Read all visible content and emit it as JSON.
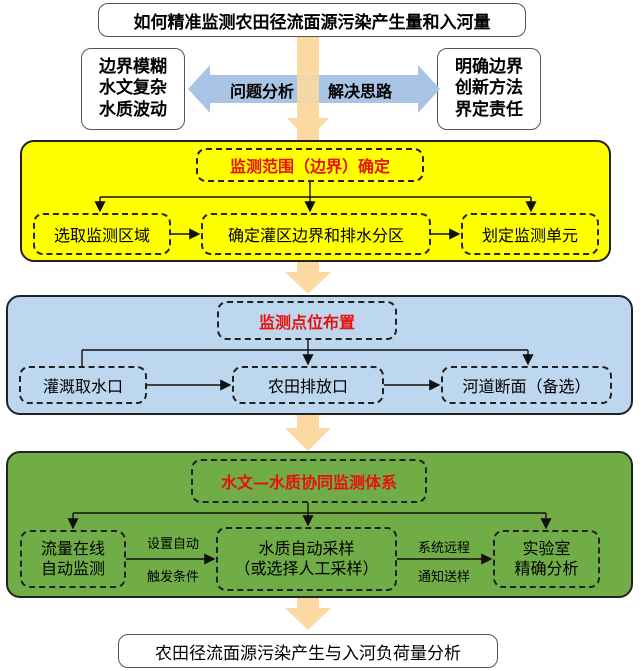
{
  "title": "如何精准监测农田径流面源污染产生量和入河量",
  "problem_box": "边界模糊\n水文复杂\n水质波动",
  "solution_box": "明确边界\n创新方法\n界定责任",
  "arrow_left_label": "问题分析",
  "arrow_right_label": "解决思路",
  "section1": {
    "header": "监测范围（边界）确定",
    "items": [
      "选取监测区域",
      "确定灌区边界和排水分区",
      "划定监测单元"
    ]
  },
  "section2": {
    "header": "监测点位布置",
    "items": [
      "灌溉取水口",
      "农田排放口",
      "河道断面（备选）"
    ]
  },
  "section3": {
    "header": "水文—水质协同监测体系",
    "items": [
      "流量在线\n自动监测",
      "水质自动采样\n（或选择人工采样）",
      "实验室\n精确分析"
    ],
    "link1_top": "设置自动",
    "link1_bottom": "触发条件",
    "link2_top": "系统远程",
    "link2_bottom": "通知送样"
  },
  "footer": "农田径流面源污染产生与入河负荷量分析",
  "colors": {
    "section1_bg": "#ffff00",
    "section2_bg": "#bdd7ee",
    "section3_bg": "#70ad47",
    "flow_arrow": "#fcd9a0",
    "side_arrow": "#a9c4e4",
    "header_text": "#e8120c"
  }
}
